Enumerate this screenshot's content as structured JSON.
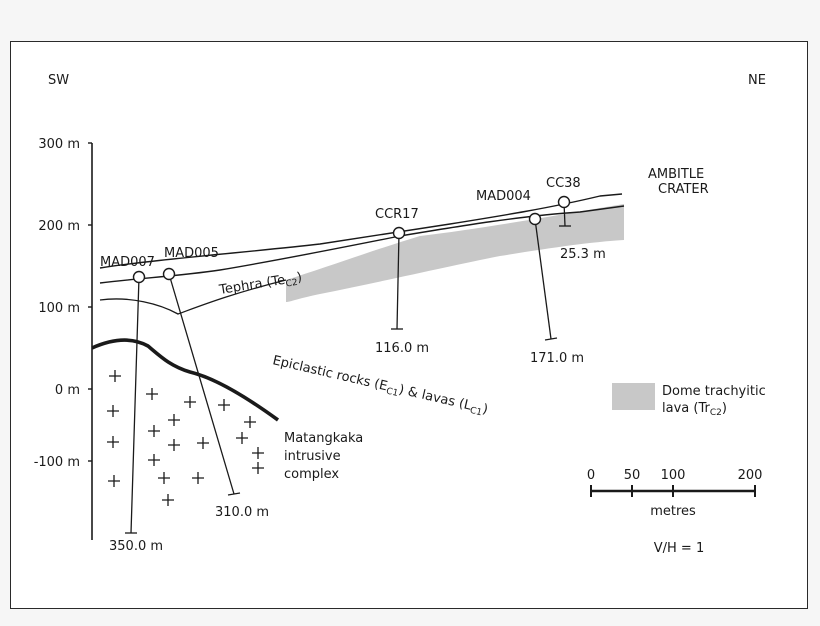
{
  "directions": {
    "left": "SW",
    "right": "NE"
  },
  "elevation_axis": {
    "ticks": [
      "300 m",
      "200 m",
      "100 m",
      "0 m",
      "-100 m"
    ]
  },
  "place_label": {
    "line1": "AMBITLE",
    "line2": "CRATER"
  },
  "wells": [
    {
      "name": "MAD007",
      "depth_label": "350.0 m"
    },
    {
      "name": "MAD005",
      "depth_label": "310.0 m"
    },
    {
      "name": "CCR17",
      "depth_label": "116.0 m"
    },
    {
      "name": "MAD004",
      "depth_label": "171.0 m"
    },
    {
      "name": "CC38",
      "depth_label": "25.3 m"
    }
  ],
  "units": {
    "tephra": {
      "text": "Tephra (Te",
      "sub": "C2",
      "close": ")"
    },
    "epiclastic": {
      "part1": "Epiclastic rocks (E",
      "sub1": "C1",
      "part2": ") & lavas (L",
      "sub2": "C1",
      "part3": ")"
    },
    "intrusive": {
      "line1": "Matangkaka",
      "line2": "intrusive",
      "line3": "complex"
    }
  },
  "legend": {
    "swatch_color": "#c8c8c8",
    "line1": "Dome trachyitic",
    "line2": "lava (Tr",
    "sub": "C2",
    "close": ")"
  },
  "scale_bar": {
    "ticks": [
      "0",
      "50",
      "100",
      "200"
    ],
    "unit": "metres",
    "ratio": "V/H = 1"
  },
  "colors": {
    "dome_lava": "#c8c8c8",
    "line": "#1a1a1a"
  }
}
